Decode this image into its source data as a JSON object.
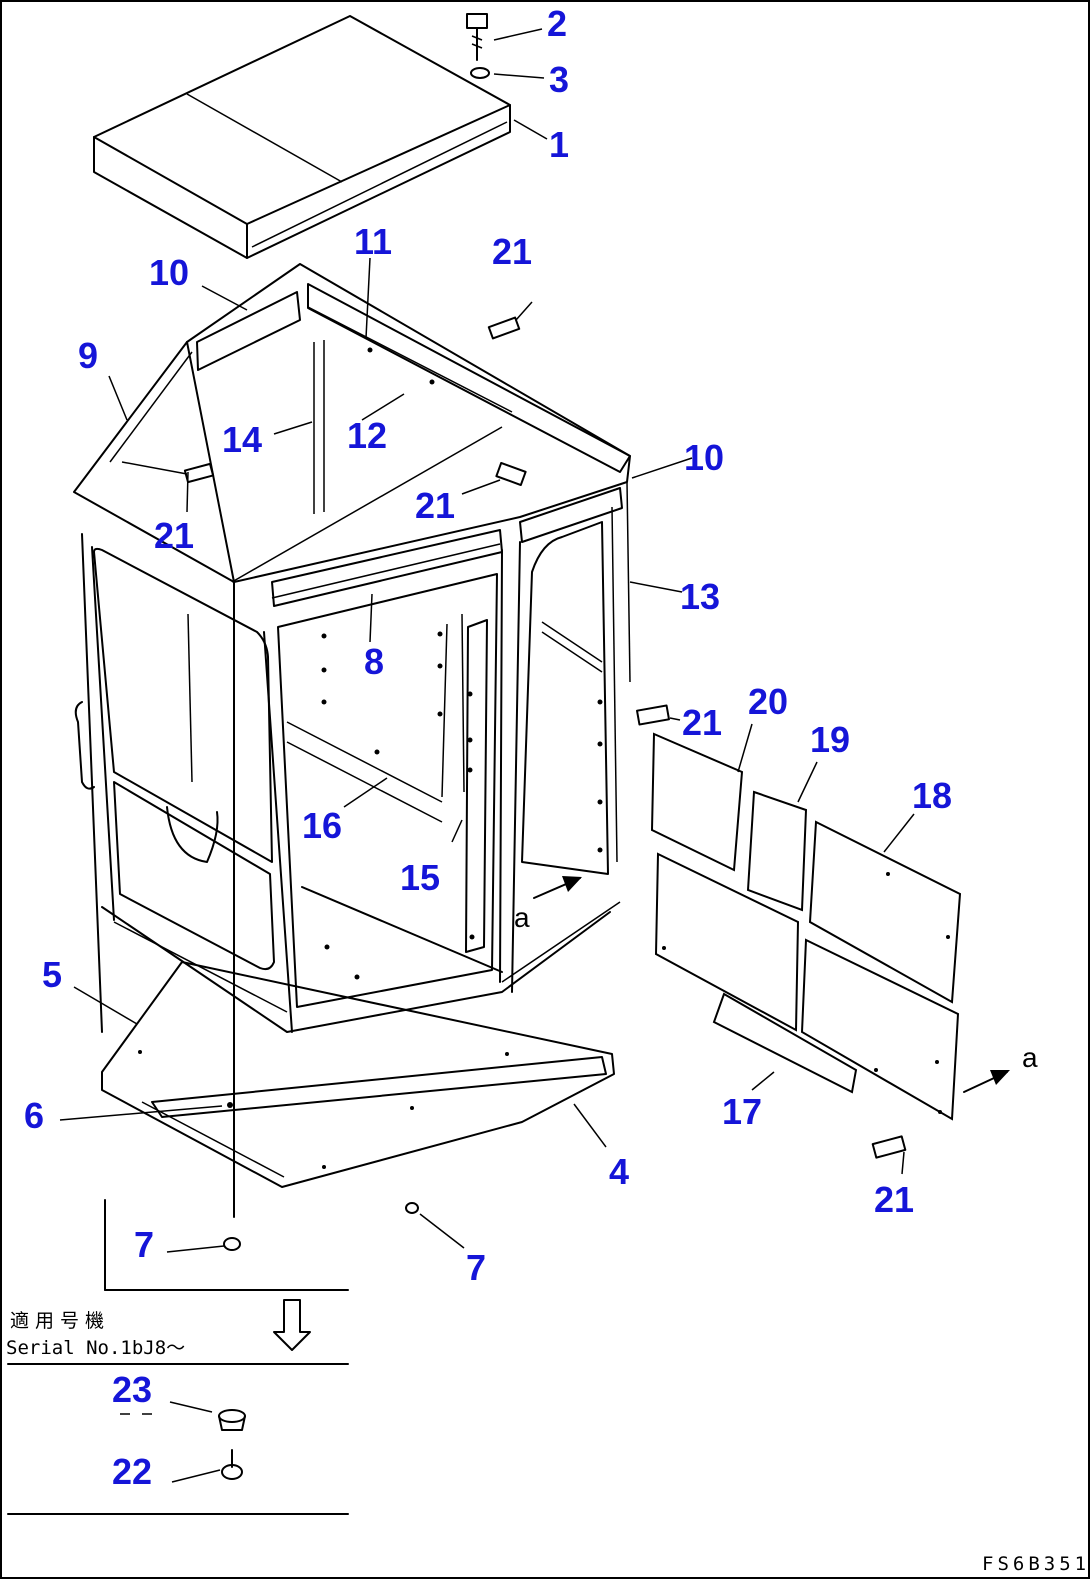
{
  "colors": {
    "label": "#1515d8",
    "line": "#000000"
  },
  "callouts": [
    {
      "id": "1",
      "text": "1"
    },
    {
      "id": "2",
      "text": "2"
    },
    {
      "id": "3",
      "text": "3"
    },
    {
      "id": "4",
      "text": "4"
    },
    {
      "id": "5",
      "text": "5"
    },
    {
      "id": "6",
      "text": "6"
    },
    {
      "id": "7a",
      "text": "7"
    },
    {
      "id": "7b",
      "text": "7"
    },
    {
      "id": "8",
      "text": "8"
    },
    {
      "id": "9",
      "text": "9"
    },
    {
      "id": "10a",
      "text": "10"
    },
    {
      "id": "10b",
      "text": "10"
    },
    {
      "id": "11",
      "text": "11"
    },
    {
      "id": "12",
      "text": "12"
    },
    {
      "id": "13",
      "text": "13"
    },
    {
      "id": "14",
      "text": "14"
    },
    {
      "id": "15",
      "text": "15"
    },
    {
      "id": "16",
      "text": "16"
    },
    {
      "id": "17",
      "text": "17"
    },
    {
      "id": "18",
      "text": "18"
    },
    {
      "id": "19",
      "text": "19"
    },
    {
      "id": "20",
      "text": "20"
    },
    {
      "id": "21a",
      "text": "21"
    },
    {
      "id": "21b",
      "text": "21"
    },
    {
      "id": "21c",
      "text": "21"
    },
    {
      "id": "21d",
      "text": "21"
    },
    {
      "id": "21e",
      "text": "21"
    },
    {
      "id": "22",
      "text": "22"
    },
    {
      "id": "23",
      "text": "23"
    }
  ],
  "view_marker": "a",
  "serial_note": {
    "jp": "適用号機",
    "en": "Serial No.1bJ8～"
  },
  "drawing_code": "FS6B351"
}
